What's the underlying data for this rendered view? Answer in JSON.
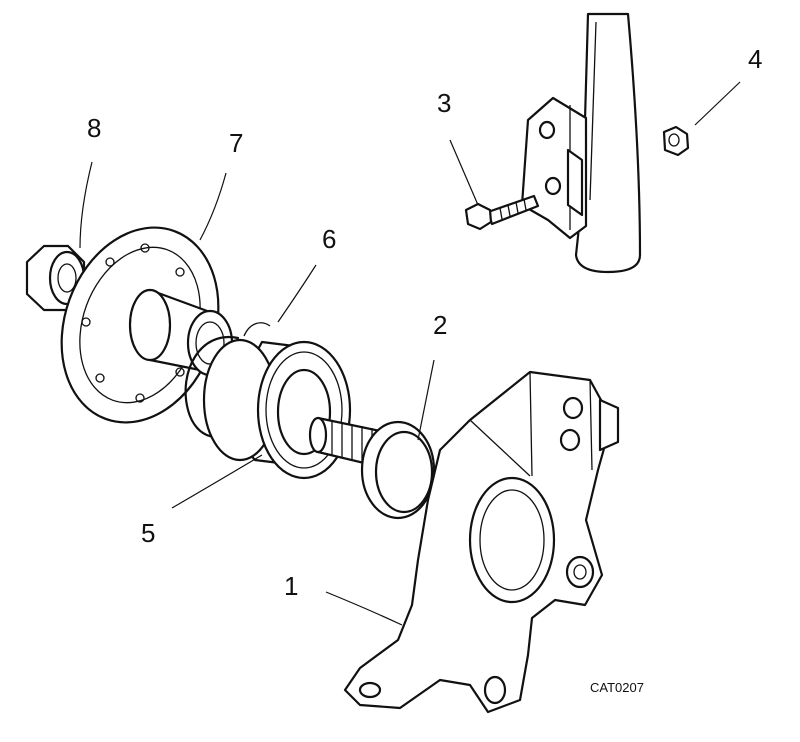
{
  "figure": {
    "code": "CAT0207",
    "callouts": [
      {
        "id": "knuckle",
        "number": "1"
      },
      {
        "id": "driveshaft-seal",
        "number": "2"
      },
      {
        "id": "bolt",
        "number": "3"
      },
      {
        "id": "nut",
        "number": "4"
      },
      {
        "id": "hub-bearing",
        "number": "5"
      },
      {
        "id": "circlip",
        "number": "6"
      },
      {
        "id": "hub-flange",
        "number": "7"
      },
      {
        "id": "hub-nut",
        "number": "8"
      }
    ]
  }
}
